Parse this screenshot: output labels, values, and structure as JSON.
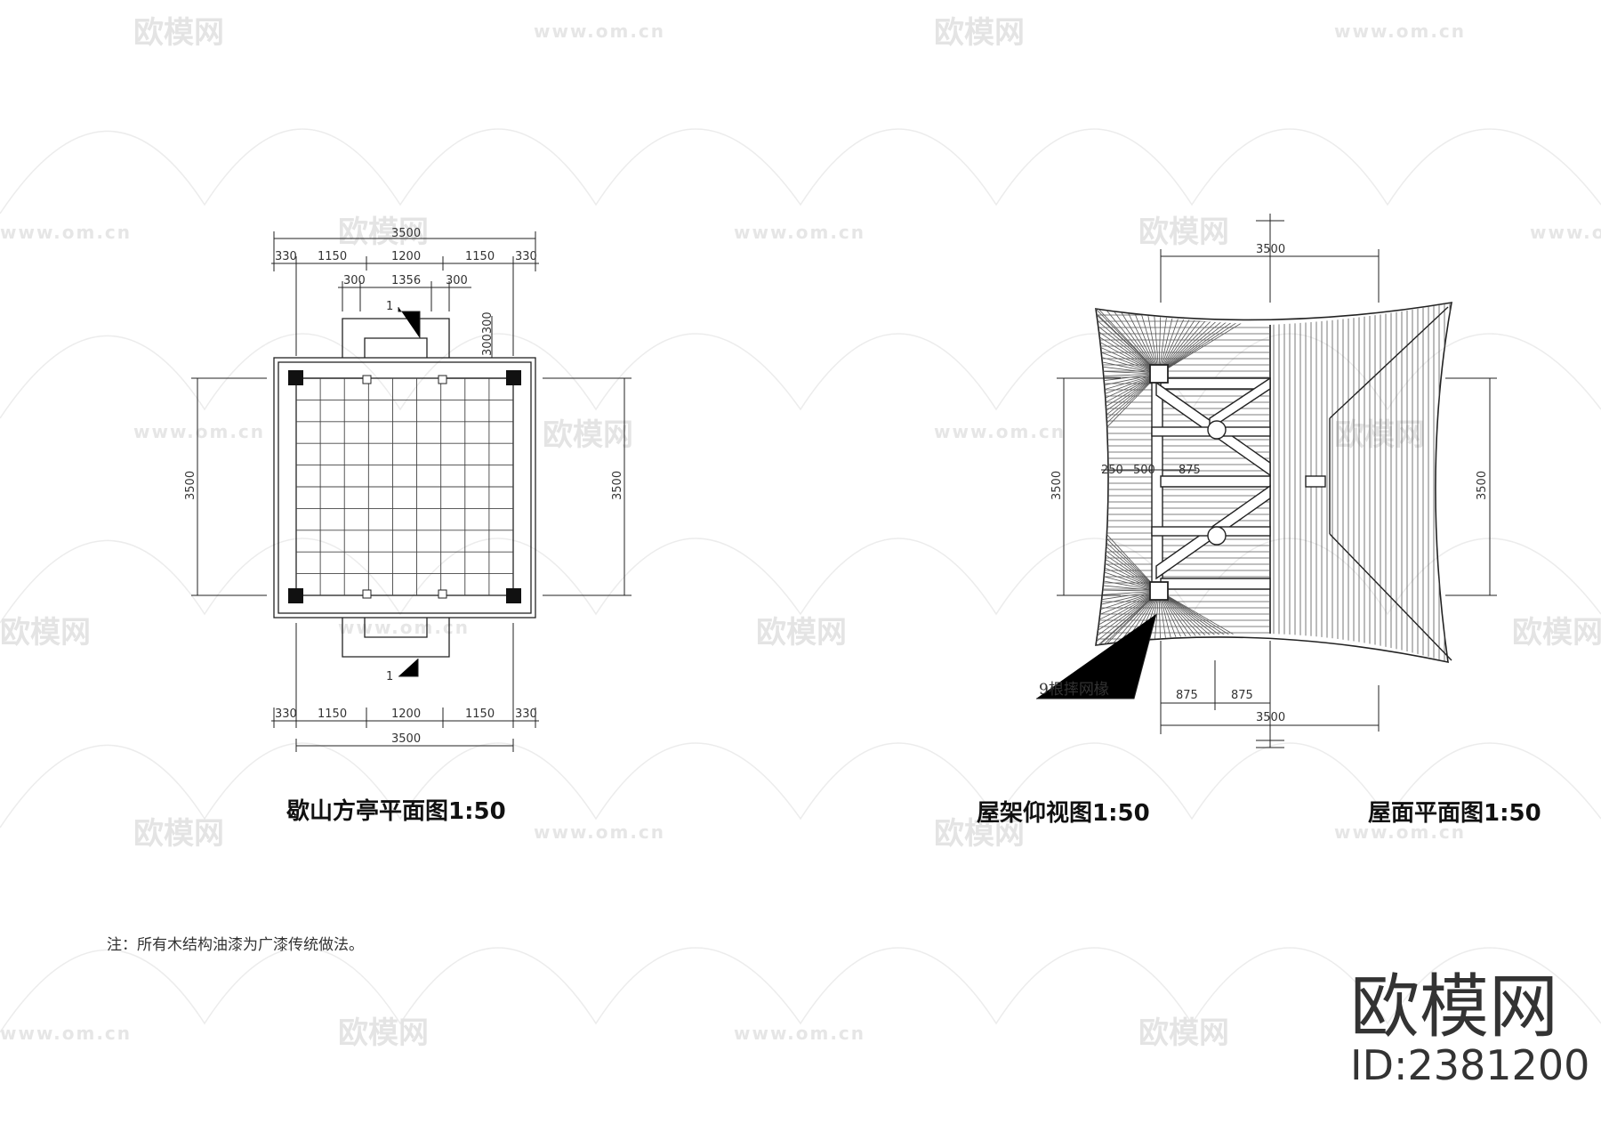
{
  "titles": {
    "plan": "歇山方亭平面图1:50",
    "roof_frame": "屋架仰视图1:50",
    "roof_plan": "屋面平面图1:50"
  },
  "note": "注：所有木结构油漆为广漆传统做法。",
  "brand": {
    "name": "欧模网",
    "id": "ID:2381200"
  },
  "watermark": {
    "logo_text": "欧模网",
    "url": "www.om.cn"
  },
  "plan": {
    "top_overall": "3500",
    "top_segments": [
      "330",
      "1150",
      "1200",
      "1150",
      "330"
    ],
    "top_inner": [
      "300",
      "1356",
      "300"
    ],
    "side_small": "300300",
    "left_height": "3500",
    "right_height": "3500",
    "section_top": "1",
    "section_bottom": "1",
    "bottom_segments": [
      "330",
      "1150",
      "1200",
      "1150",
      "330"
    ],
    "bottom_overall": "3500"
  },
  "roof": {
    "top_overall": "3500",
    "left_height": "3500",
    "right_height": "3500",
    "inner_dims": [
      "250",
      "500",
      "875"
    ],
    "bottom_segments": [
      "875",
      "875"
    ],
    "bottom_overall": "3500",
    "rafter_label": "9根摔网椽"
  }
}
